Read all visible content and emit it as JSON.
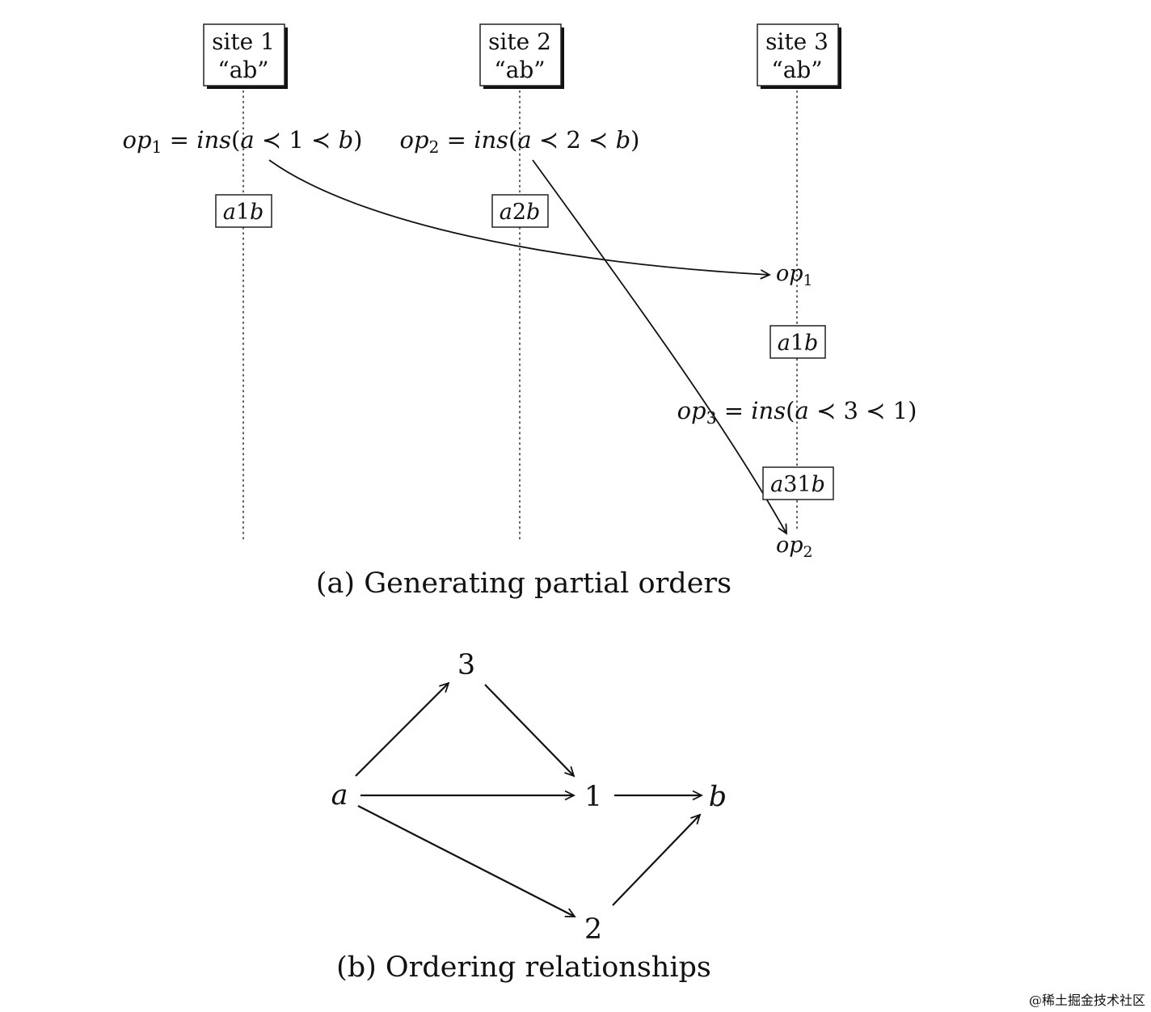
{
  "sites": [
    {
      "name": "site 1",
      "content": "“ab”"
    },
    {
      "name": "site 2",
      "content": "“ab”"
    },
    {
      "name": "site 3",
      "content": "“ab”"
    }
  ],
  "operations": {
    "op1": {
      "lhs": "op",
      "sub": "1",
      "eq": " = ",
      "fn": "ins",
      "open": "(",
      "a": "a",
      "prec1": " ≺ 1 ≺ ",
      "b": "b",
      "close": ")"
    },
    "op2": {
      "lhs": "op",
      "sub": "2",
      "eq": " = ",
      "fn": "ins",
      "open": "(",
      "a": "a",
      "prec1": " ≺ 2 ≺ ",
      "b": "b",
      "close": ")"
    },
    "op3": {
      "lhs": "op",
      "sub": "3",
      "eq": " = ",
      "fn": "ins",
      "open": "(",
      "a": "a",
      "rest": " ≺ 3 ≺ 1)"
    }
  },
  "states": [
    {
      "id": "s1",
      "a": "a",
      "mid": "1",
      "b": "b"
    },
    {
      "id": "s2",
      "a": "a",
      "mid": "2",
      "b": "b"
    },
    {
      "id": "s3a",
      "a": "a",
      "mid": "1",
      "b": "b"
    },
    {
      "id": "s3b",
      "a": "a",
      "mid": "31",
      "b": "b"
    }
  ],
  "received": {
    "op1": {
      "text": "op",
      "sub": "1"
    },
    "op2": {
      "text": "op",
      "sub": "2"
    }
  },
  "caption_a": "(a) Generating partial orders",
  "graph": {
    "nodes": [
      {
        "id": "a",
        "label": "a",
        "italic": true
      },
      {
        "id": "3",
        "label": "3",
        "italic": false
      },
      {
        "id": "1",
        "label": "1",
        "italic": false
      },
      {
        "id": "b",
        "label": "b",
        "italic": true
      },
      {
        "id": "2",
        "label": "2",
        "italic": false
      }
    ],
    "edges": [
      {
        "from": "a",
        "to": "3"
      },
      {
        "from": "3",
        "to": "1"
      },
      {
        "from": "a",
        "to": "1"
      },
      {
        "from": "1",
        "to": "b"
      },
      {
        "from": "a",
        "to": "2"
      },
      {
        "from": "2",
        "to": "b"
      }
    ]
  },
  "caption_b": "(b) Ordering relationships",
  "watermark": "@稀土掘金技术社区"
}
